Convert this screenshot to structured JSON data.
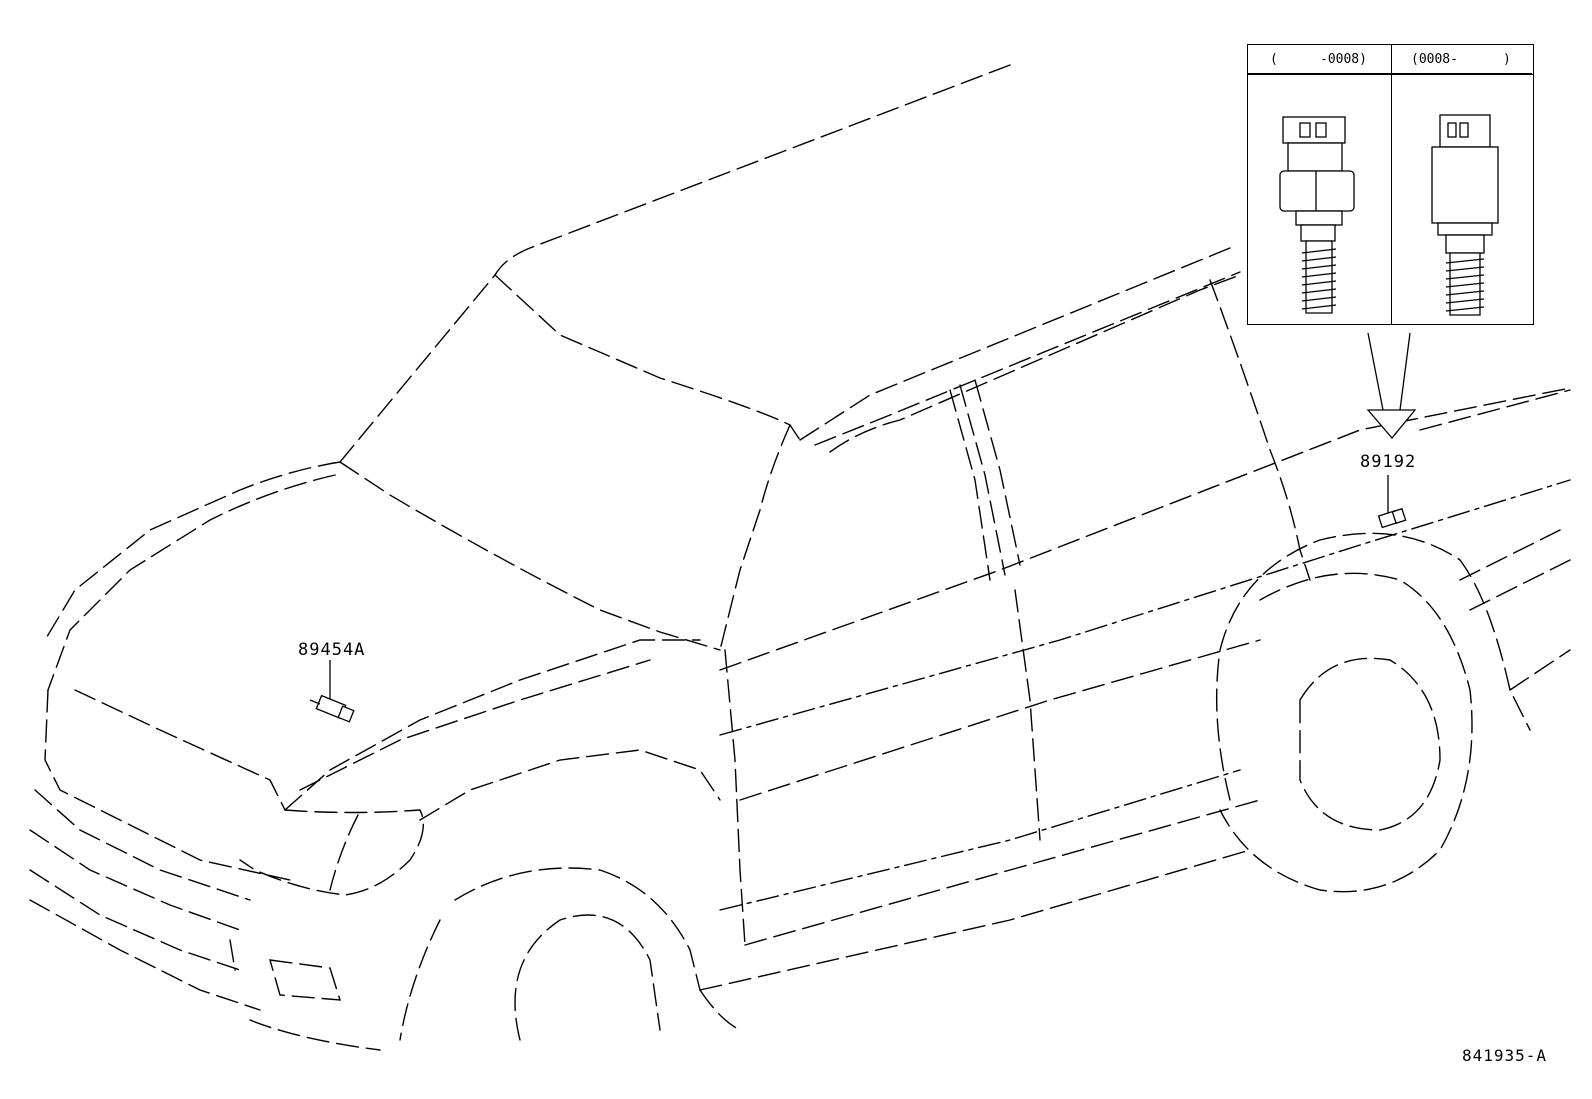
{
  "parts": [
    {
      "number": "89454A"
    },
    {
      "number": "89192"
    }
  ],
  "inset": {
    "columns": [
      {
        "open": "(",
        "range": "-0008)"
      },
      {
        "open": "(0008-",
        "range": ")"
      }
    ]
  },
  "figure_code": "841935-A",
  "icons": [
    "sensor-89454a-icon",
    "sensor-89192-icon",
    "pressure-switch-early-icon",
    "pressure-switch-late-icon",
    "arrow-down-icon"
  ]
}
